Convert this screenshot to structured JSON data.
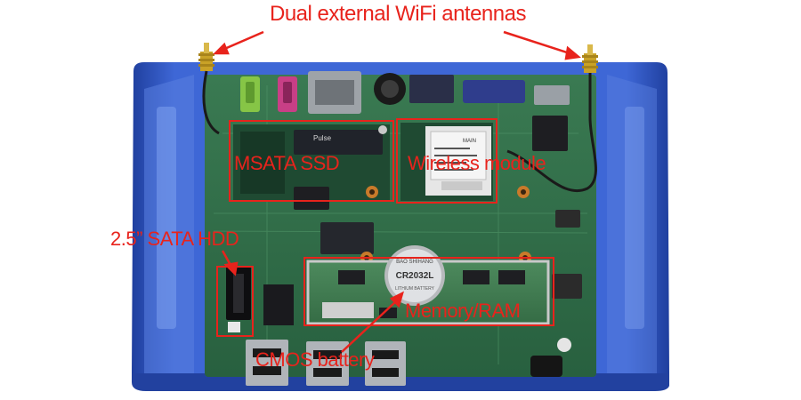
{
  "labels": {
    "antennas": "Dual external WiFi antennas",
    "msata": "MSATA SSD",
    "wireless": "Wireless module",
    "hdd": "2.5” SATA HDD",
    "ram": "Memory/RAM",
    "cmos": "CMOS battery"
  },
  "board_print": {
    "pulse": "Pulse",
    "battery": "CR2032L",
    "battery_brand": "BAO SHIHANG",
    "battery_sub": "LITHIUM BATTERY",
    "main": "MAIN"
  },
  "colors": {
    "annotation": "#e8231c",
    "chassis": "#2f57c4",
    "pcb": "#2d6b46"
  }
}
